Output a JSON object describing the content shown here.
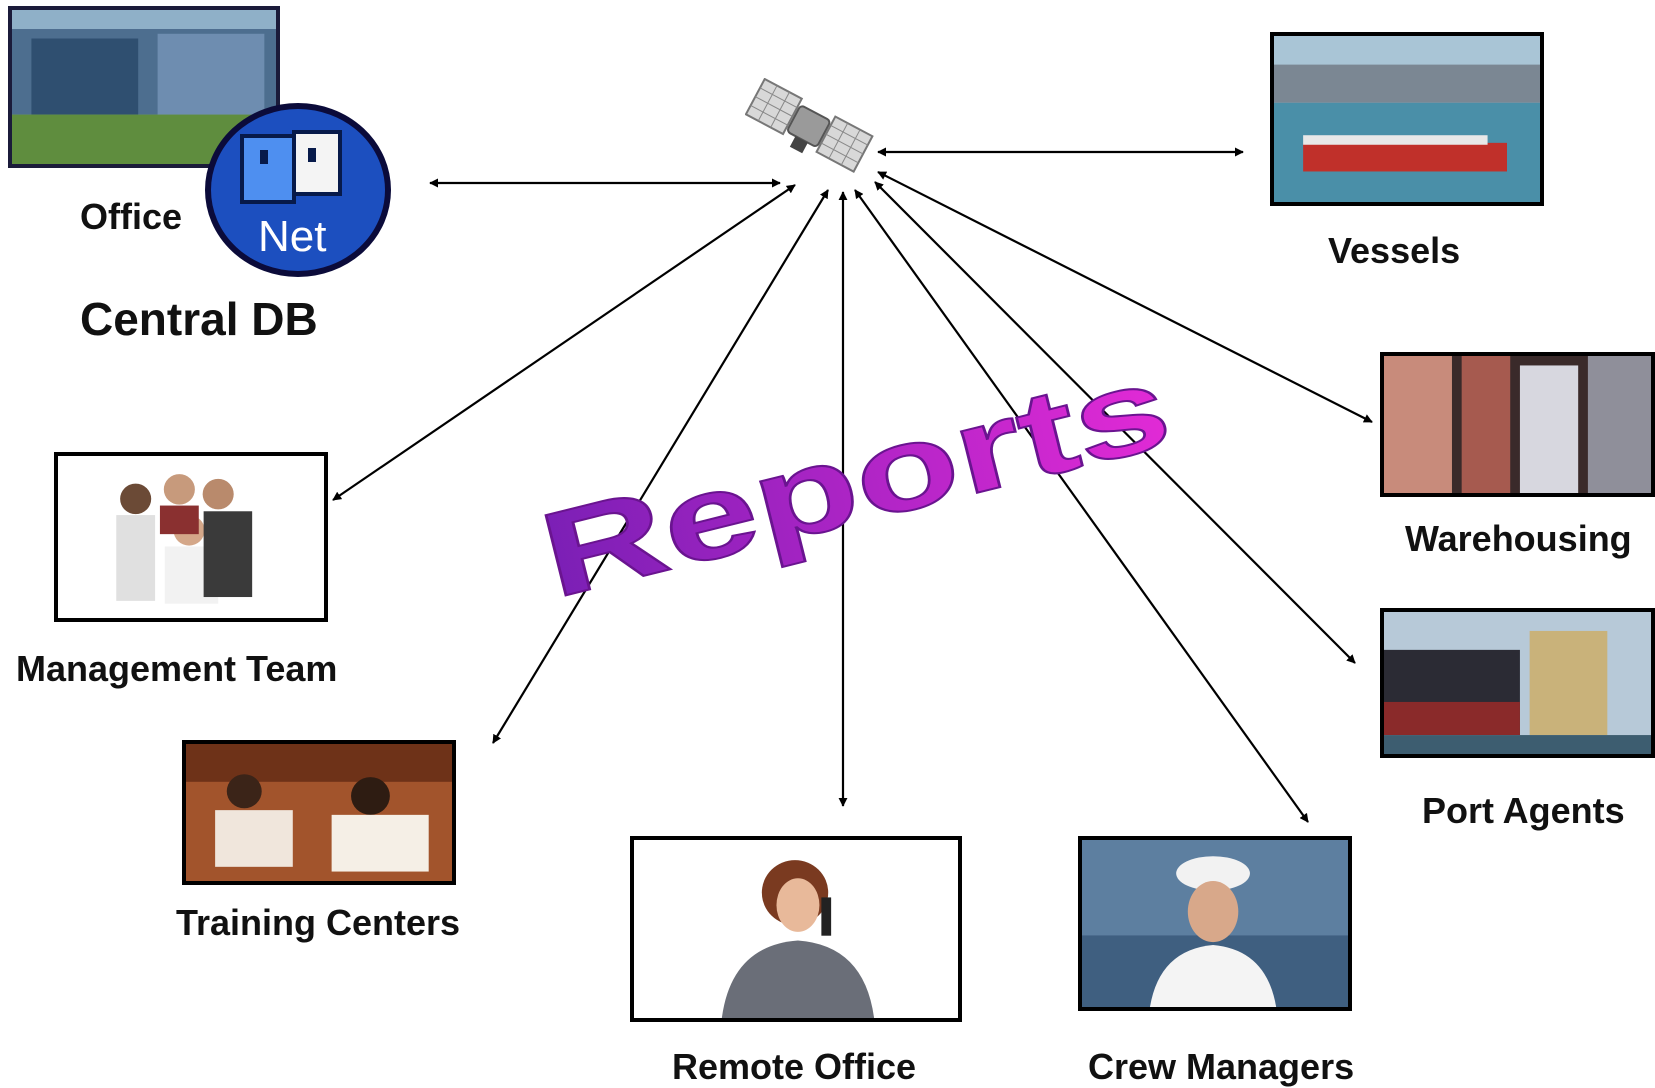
{
  "central": {
    "office_label": "Office",
    "net_label": "Net",
    "db_label": "Central DB"
  },
  "nodes": {
    "vessels": "Vessels",
    "warehousing": "Warehousing",
    "port_agents": "Port Agents",
    "management": "Management Team",
    "training": "Training Centers",
    "remote": "Remote Office",
    "crew": "Crew Managers"
  },
  "banner": {
    "text": "Reports",
    "colors": [
      "#7a1fb5",
      "#e22ad6"
    ]
  },
  "icons": [
    "satellite-icon",
    "net-finder-icon"
  ]
}
